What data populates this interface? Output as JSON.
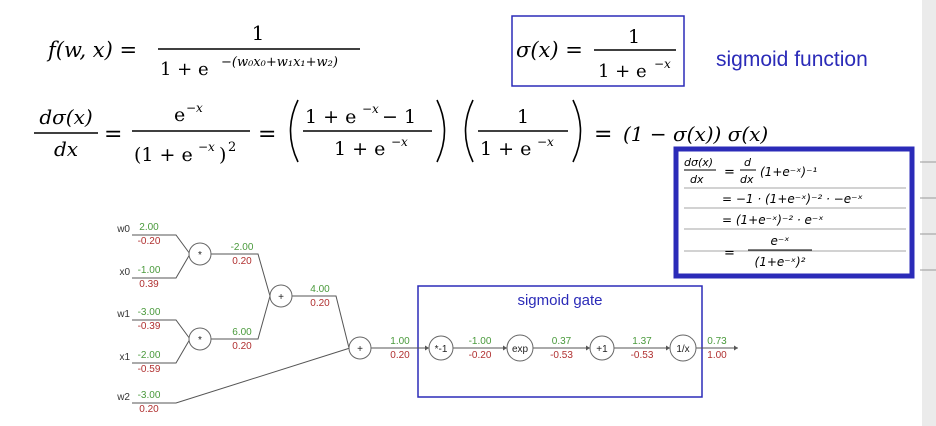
{
  "labels": {
    "sigmoid_function": "sigmoid function",
    "sigmoid_gate": "sigmoid gate"
  },
  "colors": {
    "box": "#2b2bb8",
    "forward": "#4a9a3c",
    "backward": "#b03030",
    "ink": "#000000",
    "graph_line": "#555555"
  },
  "equations": {
    "f_lhs": "f(w, x) =",
    "f_num": "1",
    "f_den_base": "1 + e",
    "f_den_exp": "−(w₀x₀+w₁x₁+w₂)",
    "sigma_lhs": "σ(x) =",
    "sigma_num": "1",
    "sigma_den_base": "1 + e",
    "sigma_den_exp": "−x",
    "deriv_lhs_num": "dσ(x)",
    "deriv_lhs_den": "dx",
    "deriv_eq": "=",
    "t1_num_base": "e",
    "t1_num_exp": "−x",
    "t1_den_base": "(1 + e",
    "t1_den_exp": "−x",
    "t1_den_tail": ")",
    "t1_den_sq": "2",
    "t2_num_base": "1 + e",
    "t2_num_exp": "−x",
    "t2_num_tail": " − 1",
    "t2_den_base": "1 + e",
    "t2_den_exp": "−x",
    "t3_num": "1",
    "t3_den_base": "1 + e",
    "t3_den_exp": "−x",
    "result": "(1 − σ(x)) σ(x)"
  },
  "handwritten": {
    "lhs_num": "dσ(x)",
    "lhs_den": "dx",
    "eq": "=",
    "lines": [
      "d/dx (1+e⁻ˣ)⁻¹",
      "= −1 · (1+e⁻ˣ)⁻² · −e⁻ˣ",
      "= (1+e⁻ˣ)⁻² · e⁻ˣ",
      "= e⁻ˣ / (1+e⁻ˣ)²"
    ],
    "l1_d": "d",
    "l1_dx": "dx",
    "l1_expr": "(1+e⁻ˣ)⁻¹",
    "l2": "= −1 · (1+e⁻ˣ)⁻² · −e⁻ˣ",
    "l3": "=  (1+e⁻ˣ)⁻² · e⁻ˣ",
    "l4_eq": "=",
    "l4_num": "e⁻ˣ",
    "l4_den": "(1+e⁻ˣ)²"
  },
  "graph": {
    "inputs": [
      {
        "name": "w0",
        "fwd": "2.00",
        "grad": "-0.20"
      },
      {
        "name": "x0",
        "fwd": "-1.00",
        "grad": "0.39"
      },
      {
        "name": "w1",
        "fwd": "-3.00",
        "grad": "-0.39"
      },
      {
        "name": "x1",
        "fwd": "-2.00",
        "grad": "-0.59"
      },
      {
        "name": "w2",
        "fwd": "-3.00",
        "grad": "0.20"
      }
    ],
    "nodes": [
      {
        "op": "*",
        "out_fwd": "-2.00",
        "out_grad": "0.20"
      },
      {
        "op": "*",
        "out_fwd": "6.00",
        "out_grad": "0.20"
      },
      {
        "op": "+",
        "out_fwd": "4.00",
        "out_grad": "0.20"
      },
      {
        "op": "+",
        "out_fwd": "1.00",
        "out_grad": "0.20"
      },
      {
        "op": "*-1",
        "out_fwd": "-1.00",
        "out_grad": "-0.20"
      },
      {
        "op": "exp",
        "out_fwd": "0.37",
        "out_grad": "-0.53"
      },
      {
        "op": "+1",
        "out_fwd": "1.37",
        "out_grad": "-0.53"
      },
      {
        "op": "1/x",
        "out_fwd": "0.73",
        "out_grad": "1.00"
      }
    ]
  }
}
